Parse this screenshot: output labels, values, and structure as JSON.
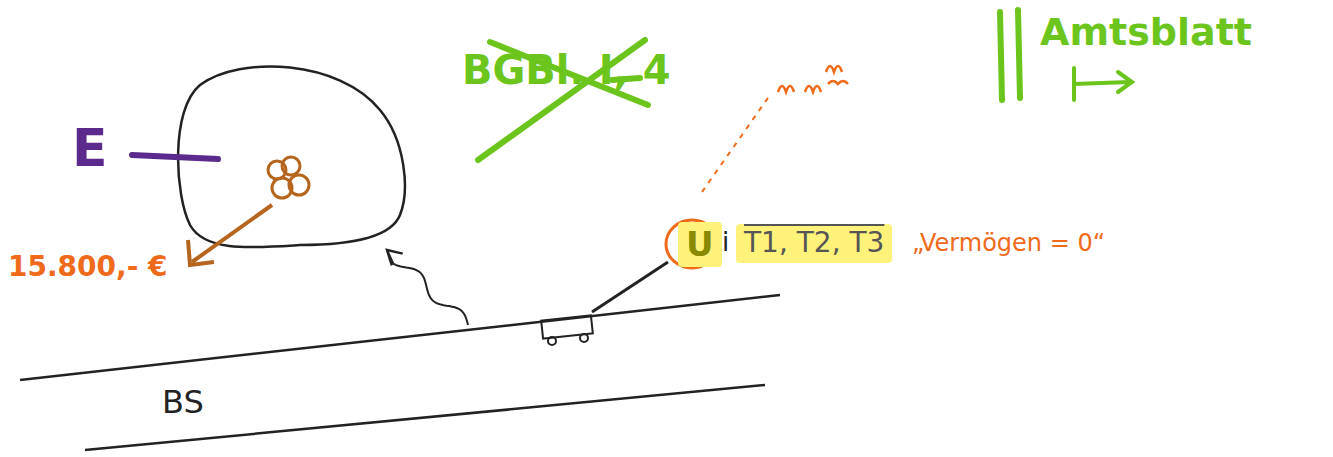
{
  "diagram": {
    "nodes": [
      {
        "text": [
          "E"
        ]
      },
      {
        "text": [
          "BS"
        ]
      }
    ],
    "edges": [
      {
        "from": 1,
        "to": 0,
        "arrow": "to"
      }
    ],
    "labels": [
      "BGBl. I, 4",
      "U",
      "i",
      "T1, T2, T3",
      "„Vermögen = 0“",
      "15.800,- €",
      "Amtsblatt"
    ]
  }
}
